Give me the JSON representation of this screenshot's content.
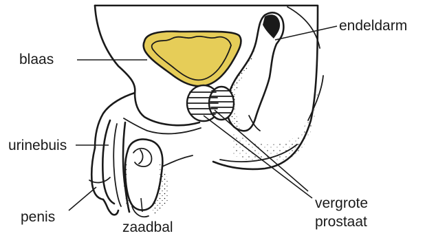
{
  "labels": {
    "bladder": "blaas",
    "rectum": "endeldarm",
    "urethra": "urinebuis",
    "penis": "penis",
    "testicle": "zaadbal",
    "prostate_line1": "vergrote",
    "prostate_line2": "prostaat"
  },
  "colors": {
    "bladder_fill": "#e6cd58",
    "ink": "#1a1a1a",
    "background": "#ffffff"
  }
}
